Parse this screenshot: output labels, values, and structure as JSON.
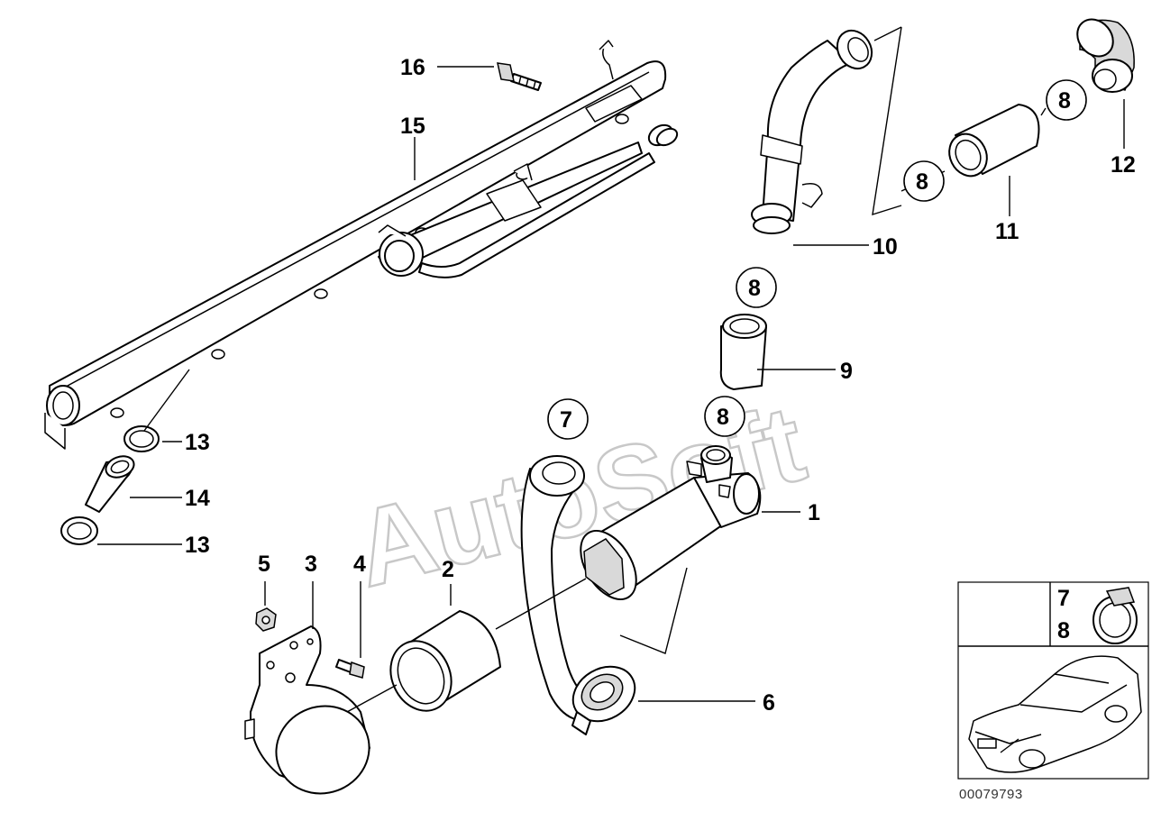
{
  "watermark": "AutoSoft",
  "callouts": {
    "p1": "1",
    "p2": "2",
    "p3": "3",
    "p4": "4",
    "p5": "5",
    "p6": "6",
    "p7": "7",
    "p8a": "8",
    "p8b": "8",
    "p8c": "8",
    "p8d": "8",
    "p9": "9",
    "p10": "10",
    "p11": "11",
    "p12": "12",
    "p13a": "13",
    "p13b": "13",
    "p14": "14",
    "p15": "15",
    "p16": "16"
  },
  "legend": {
    "label_top": "7",
    "label_bottom": "8"
  },
  "reference_number": "00079793"
}
